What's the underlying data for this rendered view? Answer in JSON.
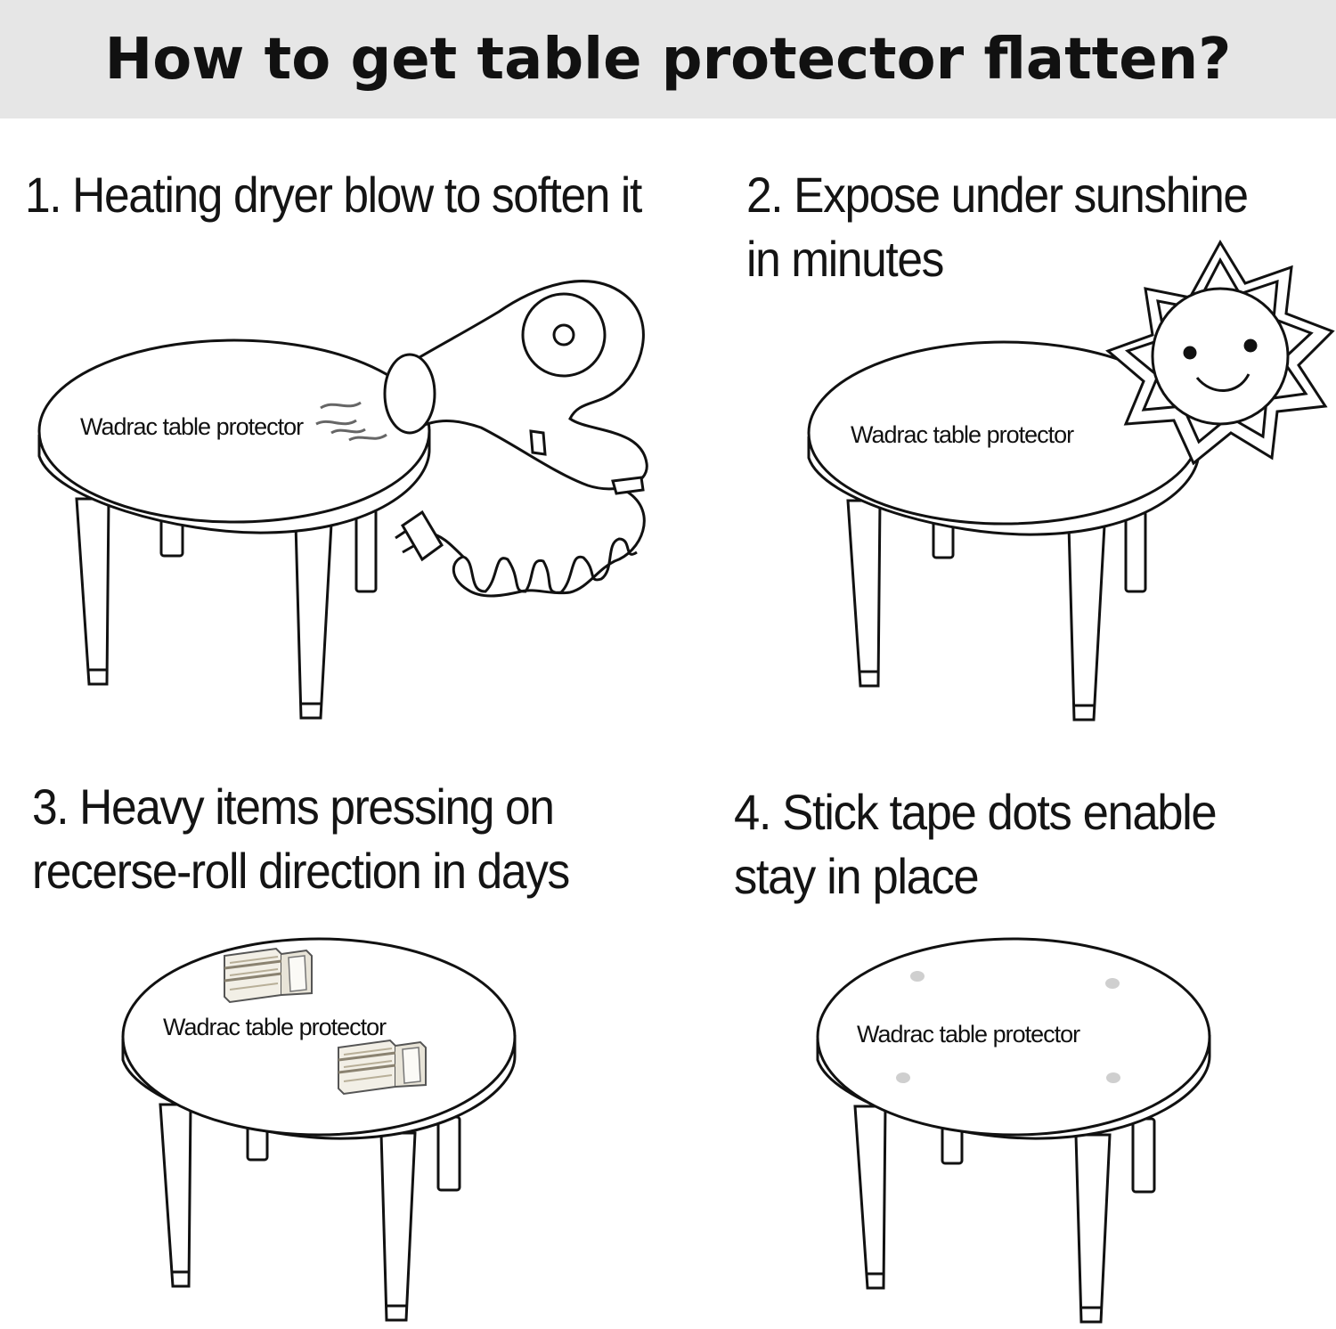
{
  "header": {
    "title": "How to get table protector flatten?"
  },
  "steps": [
    {
      "line1": "1. Heating dryer blow to soften it",
      "line2": "",
      "label": "Wadrac table protector",
      "icon": "hair-dryer-icon"
    },
    {
      "line1": "2. Expose under sunshine",
      "line2": "in minutes",
      "label": "Wadrac table protector",
      "icon": "sun-icon"
    },
    {
      "line1": "3. Heavy items pressing on",
      "line2": "recerse-roll direction in days",
      "label": "Wadrac table protector",
      "icon": "books-icon"
    },
    {
      "line1": "4. Stick tape dots enable",
      "line2": "stay in place",
      "label": "Wadrac table protector",
      "icon": "tape-dots-icon"
    }
  ]
}
